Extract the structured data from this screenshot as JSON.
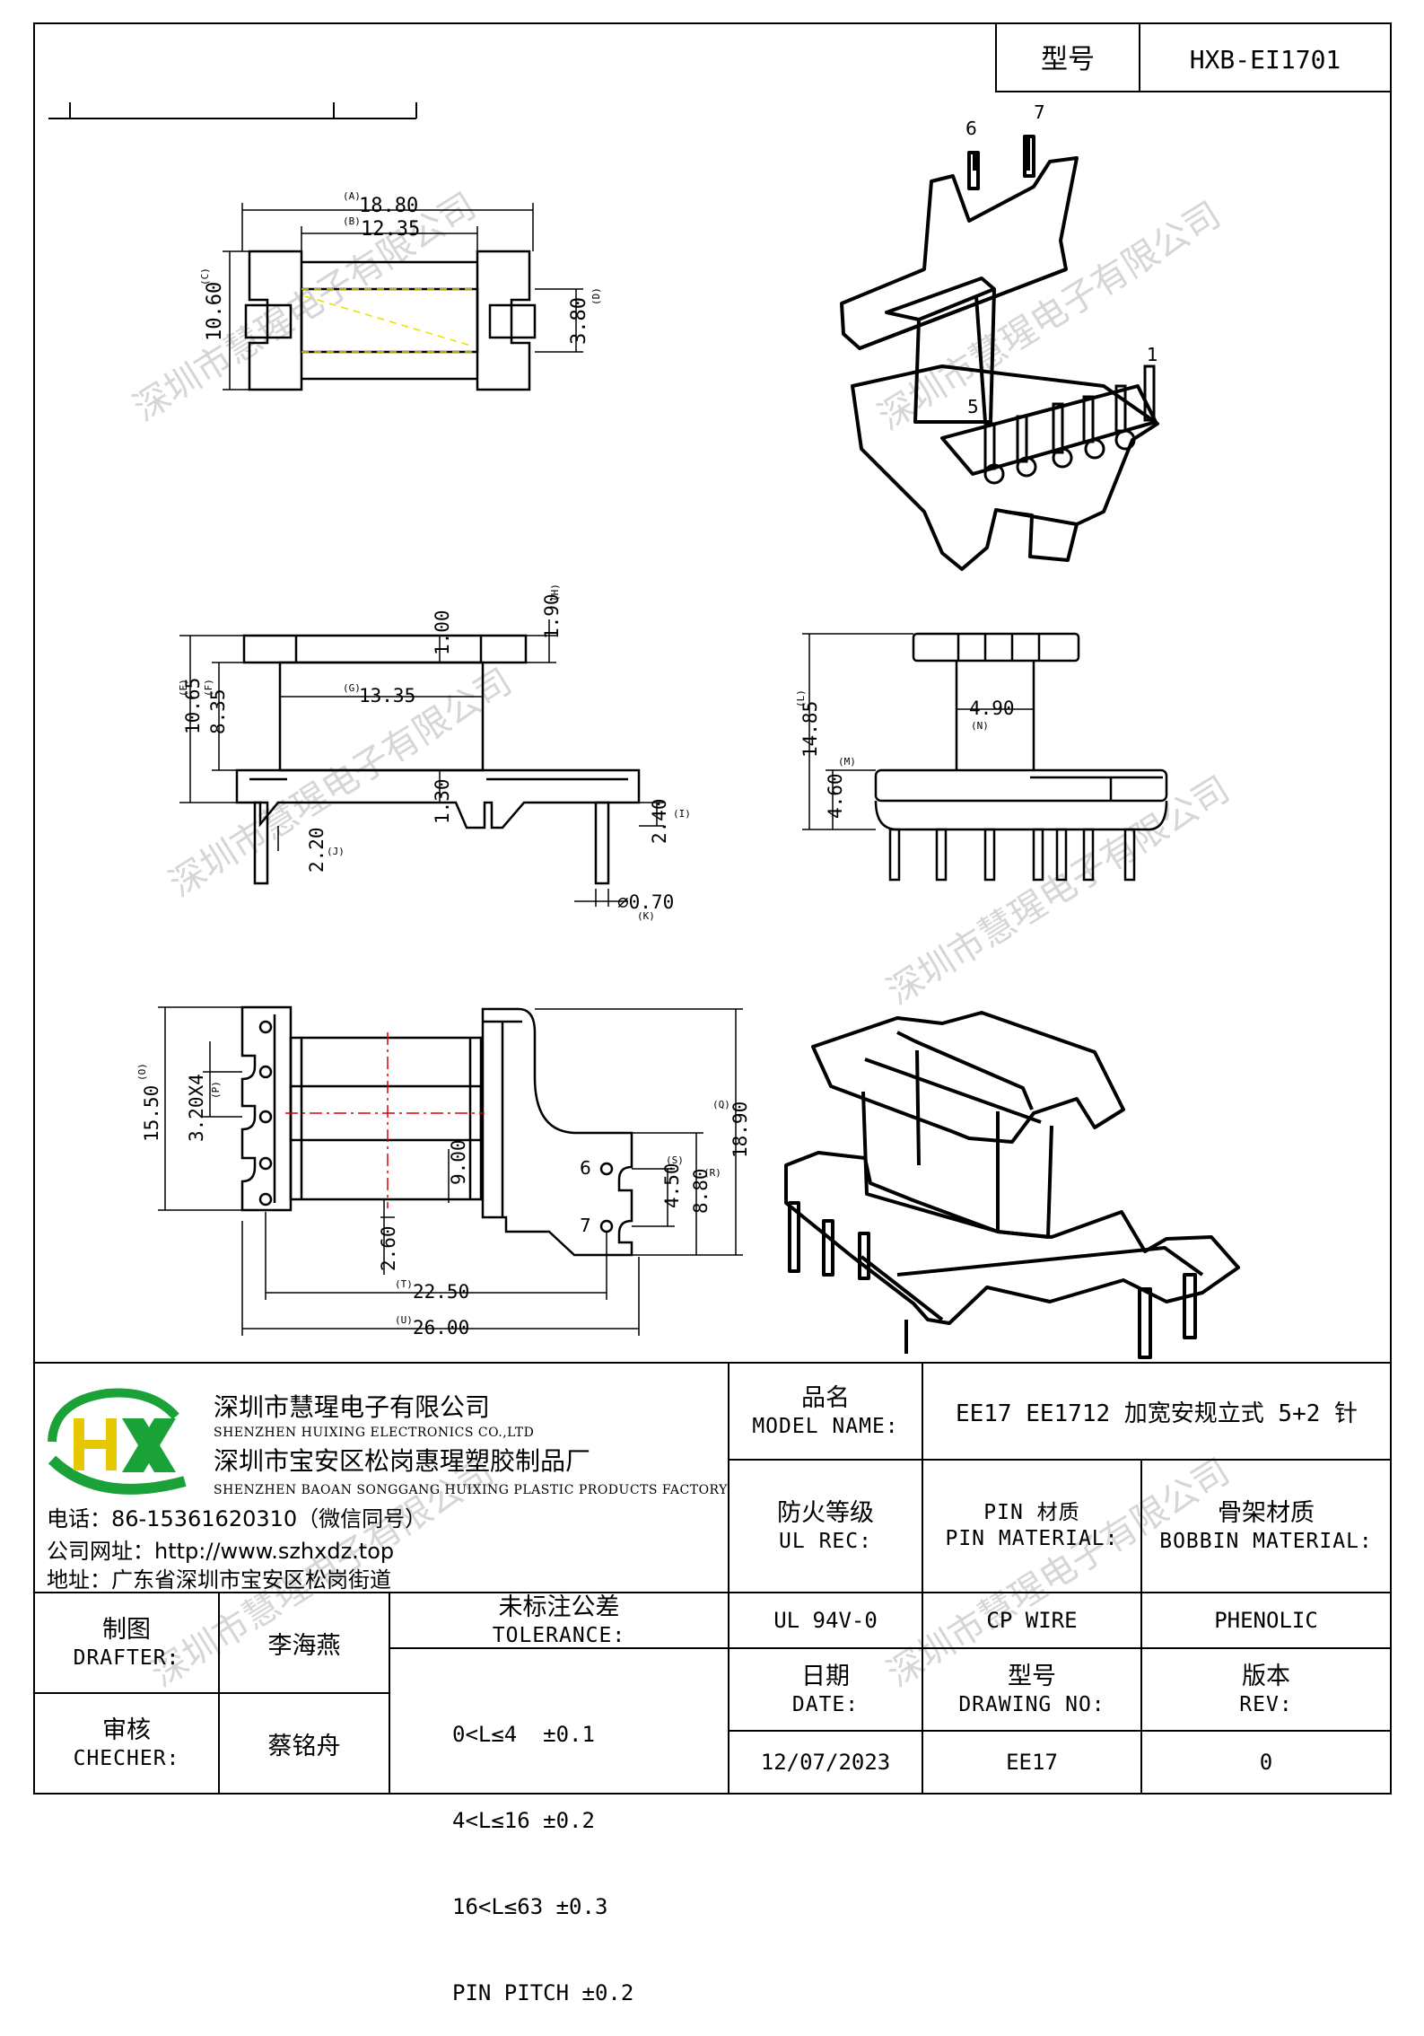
{
  "header": {
    "model_label": "型号",
    "model_value": "HXB-EI1701"
  },
  "views": {
    "top": {
      "dim_a": "18.80",
      "dim_a_tag": "(A)",
      "dim_b": "12.35",
      "dim_b_tag": "(B)",
      "dim_c": "10.60",
      "dim_c_tag": "(C)",
      "dim_d": "3.80",
      "dim_d_tag": "(D)"
    },
    "front": {
      "dim_e": "10.65",
      "dim_e_tag": "(E)",
      "dim_f": "8.35",
      "dim_f_tag": "(F)",
      "dim_g": "13.35",
      "dim_g_tag": "(G)",
      "dim_h": "1.90",
      "dim_h_tag": "(H)",
      "dim_top_web": "1.00",
      "dim_bottom_web": "1.30",
      "dim_i": "2.40",
      "dim_i_tag": "(I)",
      "dim_j": "2.20",
      "dim_j_tag": "(J)",
      "dim_k": "⌀0.70",
      "dim_k_tag": "(K)"
    },
    "side": {
      "dim_l": "14.85",
      "dim_l_tag": "(L)",
      "dim_m": "4.60",
      "dim_m_tag": "(M)",
      "dim_n": "4.90",
      "dim_n_tag": "(N)"
    },
    "bottom": {
      "dim_o": "15.50",
      "dim_o_tag": "(O)",
      "dim_p": "3.20X4",
      "dim_p_tag": "(P)",
      "dim_q": "18.90",
      "dim_q_tag": "(Q)",
      "dim_r": "8.80",
      "dim_r_tag": "(R)",
      "dim_s": "4.50",
      "dim_s_tag": "(S)",
      "dim_t": "22.50",
      "dim_t_tag": "(T)",
      "dim_u": "26.00",
      "dim_u_tag": "(U)",
      "dim_inner": "9.00",
      "dim_offset": "2.60"
    },
    "pins": {
      "p1": "1",
      "p5": "5",
      "p6": "6",
      "p7": "7"
    }
  },
  "watermark": "深圳市慧瑆电子有限公司",
  "company": {
    "logo_text": "HX",
    "name_cn": "深圳市慧瑆电子有限公司",
    "name_en": "SHENZHEN HUIXING ELECTRONICS CO.,LTD",
    "factory_cn": "深圳市宝安区松岗惠瑆塑胶制品厂",
    "factory_en": "SHENZHEN BAOAN SONGGANG HUIXING PLASTIC PRODUCTS FACTORY",
    "phone": "电话：86-15361620310（微信同号）",
    "website": "公司网址：http://www.szhxdz.top",
    "address": "地址：广东省深圳市宝安区松岗街道"
  },
  "titleblock": {
    "model_name_cn": "品名",
    "model_name_en": "MODEL NAME:",
    "model_name_value": "EE17 EE1712 加宽安规立式 5+2 针",
    "ul_cn": "防火等级",
    "ul_en": "UL REC:",
    "pin_cn": "PIN 材质",
    "pin_en": "PIN MATERIAL:",
    "bobbin_cn": "骨架材质",
    "bobbin_en": "BOBBIN MATERIAL:",
    "ul_value": "UL 94V-0",
    "pin_value": "CP WIRE",
    "bobbin_value": "PHENOLIC",
    "drafter_cn": "制图",
    "drafter_en": "DRAFTER:",
    "drafter_name": "李海燕",
    "checker_cn": "审核",
    "checker_en": "CHECHER:",
    "checker_name": "蔡铭舟",
    "tolerance_cn": "未标注公差",
    "tolerance_en": "TOLERANCE:",
    "tolerance_lines": [
      "0<L≤4  ±0.1",
      "4<L≤16 ±0.2",
      "16<L≤63 ±0.3",
      "PIN PITCH ±0.2"
    ],
    "date_cn": "日期",
    "date_en": "DATE:",
    "date_value": "12/07/2023",
    "drawing_cn": "型号",
    "drawing_en": "DRAWING NO:",
    "drawing_value": "EE17",
    "rev_cn": "版本",
    "rev_en": "REV:",
    "rev_value": "0"
  },
  "colors": {
    "line": "#000000",
    "guide": "#e8e000",
    "center": "#e00000",
    "logo_green": "#1aa238",
    "logo_yellow": "#e6c800",
    "watermark": "#cfcfcf"
  }
}
